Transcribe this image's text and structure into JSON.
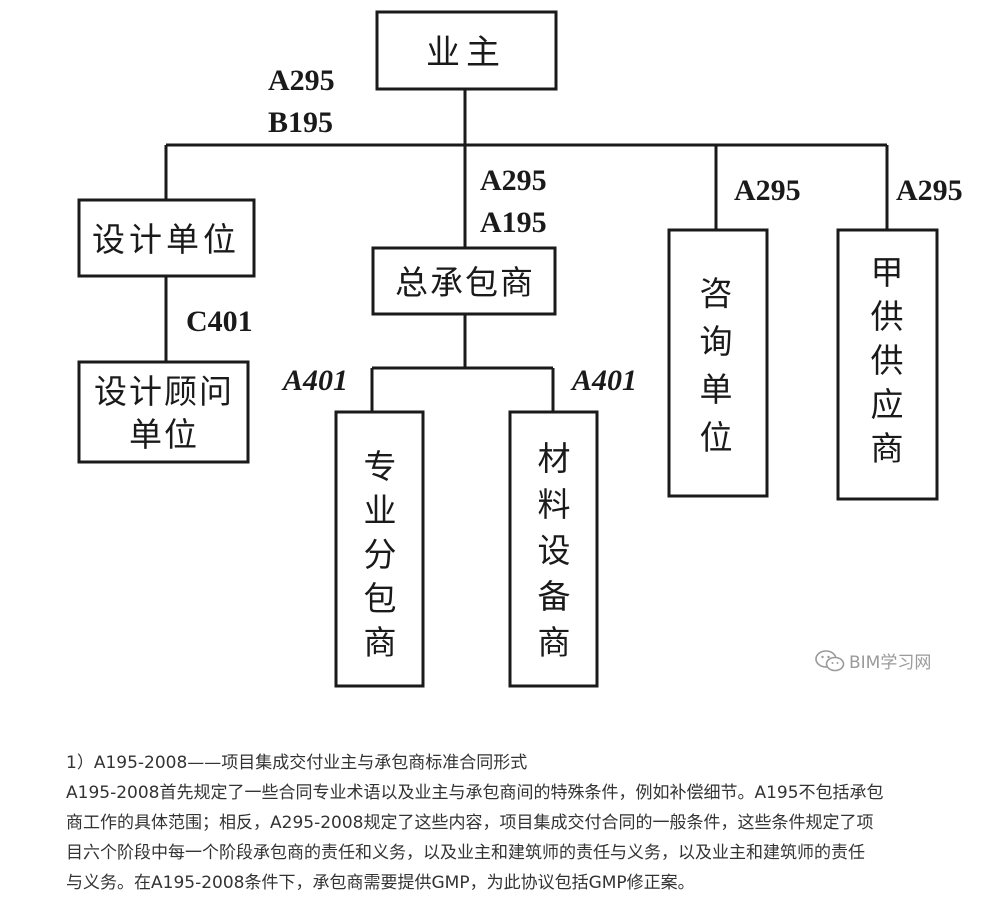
{
  "diagram": {
    "boxes": {
      "owner": "业主",
      "designer": "设计单位",
      "design_consultant_line1": "设计顾问",
      "design_consultant_line2": "单位",
      "general_contractor": "总承包商",
      "consultant": [
        "咨",
        "询",
        "单",
        "位"
      ],
      "owner_supplier": [
        "甲",
        "供",
        "供",
        "应",
        "商"
      ],
      "subcontractor": [
        "专",
        "业",
        "分",
        "包",
        "商"
      ],
      "material_supplier": [
        "材",
        "料",
        "设",
        "备",
        "商"
      ]
    },
    "labels": {
      "owner_designer_1": "A295",
      "owner_designer_2": "B195",
      "owner_gc_1": "A295",
      "owner_gc_2": "A195",
      "owner_consultant": "A295",
      "owner_supplier": "A295",
      "designer_consultant": "C401",
      "gc_sub": "A401",
      "gc_material": "A401"
    }
  },
  "watermark": {
    "text": "BIM学习网",
    "icon": "wechat-icon"
  },
  "caption": {
    "heading": "1）A195-2008——项目集成交付业主与承包商标准合同形式",
    "line1": "A195-2008首先规定了一些合同专业术语以及业主与承包商间的特殊条件，例如补偿细节。A195不包括承包",
    "line2": "商工作的具体范围；相反，A295-2008规定了这些内容，项目集成交付合同的一般条件，这些条件规定了项",
    "line3": "目六个阶段中每一个阶段承包商的责任和义务，以及业主和建筑师的责任与义务，以及业主和建筑师的责任",
    "line4": "与义务。在A195-2008条件下，承包商需要提供GMP，为此协议包括GMP修正案。"
  }
}
